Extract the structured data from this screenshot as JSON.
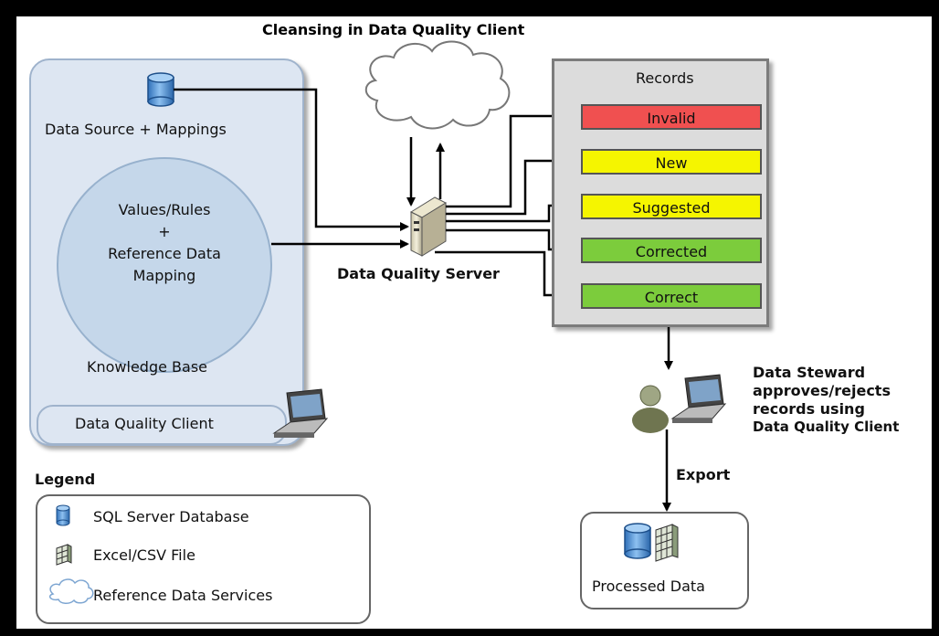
{
  "title": "Cleansing in Data Quality Client",
  "knowledge_base": {
    "data_source_label": "Data Source + Mappings",
    "circle_lines": [
      "Values/Rules",
      "+",
      "Reference Data",
      "Mapping"
    ],
    "caption": "Knowledge Base",
    "client_tab": "Data Quality Client"
  },
  "server": {
    "label": "Data Quality Server"
  },
  "records": {
    "header": "Records",
    "items": [
      {
        "label": "Invalid",
        "color": "#f05050"
      },
      {
        "label": "New",
        "color": "#f5f500"
      },
      {
        "label": "Suggested",
        "color": "#f5f500"
      },
      {
        "label": "Corrected",
        "color": "#7ccc3c"
      },
      {
        "label": "Correct",
        "color": "#7ccc3c"
      }
    ]
  },
  "steward": {
    "lines": [
      "Data Steward",
      "approves/rejects",
      "records using",
      "Data Quality Client"
    ]
  },
  "export_label": "Export",
  "processed_label": "Processed Data",
  "legend": {
    "title": "Legend",
    "items": [
      {
        "label": "SQL Server Database",
        "icon": "database-icon"
      },
      {
        "label": "Excel/CSV File",
        "icon": "spreadsheet-icon"
      },
      {
        "label": "Reference Data Services",
        "icon": "cloud-icon"
      }
    ]
  },
  "colors": {
    "kb_panel": "#dde6f2",
    "records_panel": "#dcdcdc",
    "database": "#4a8ad0"
  }
}
